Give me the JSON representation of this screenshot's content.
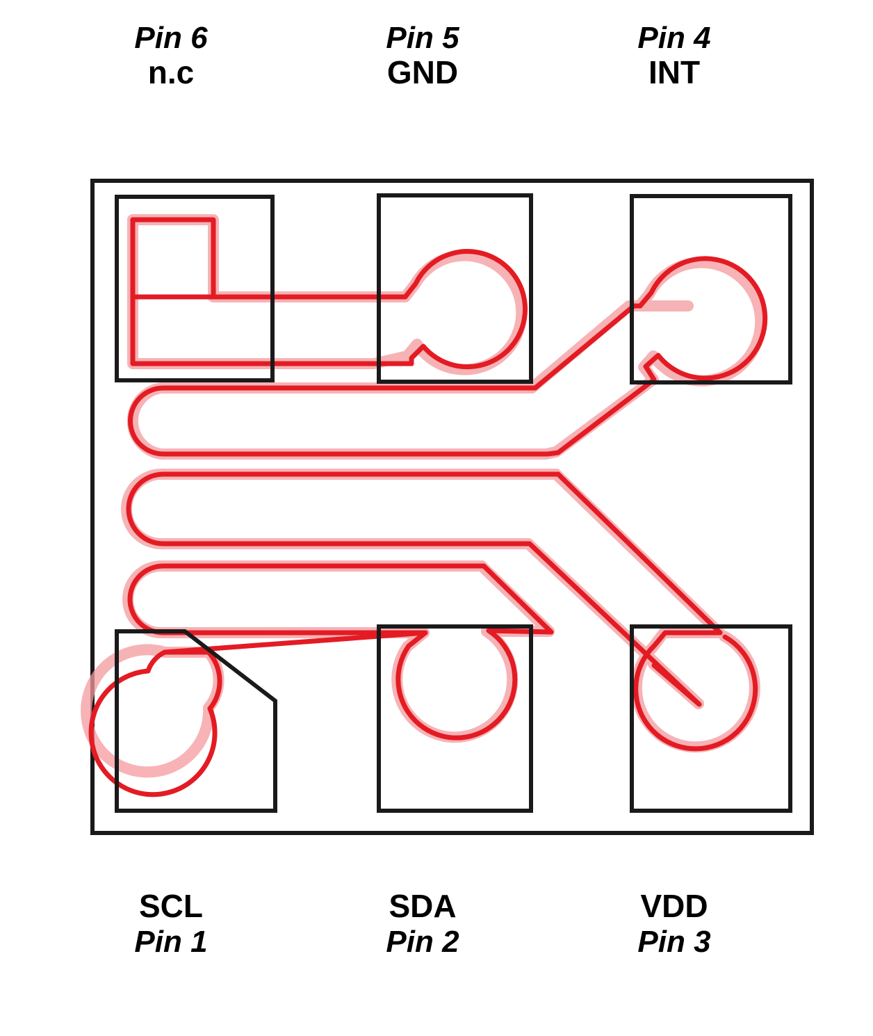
{
  "diagram": {
    "title": "Recommended PCB landing pattern / pad layout",
    "type": "pcb-footprint",
    "colors": {
      "trace": "#E31B23",
      "trace_halo": "#F49A9E",
      "outline": "#000000",
      "background": "#FFFFFF"
    },
    "top_labels": [
      {
        "pin": "Pin 6",
        "name": "n.c"
      },
      {
        "pin": "Pin 5",
        "name": "GND"
      },
      {
        "pin": "Pin 4",
        "name": "INT"
      }
    ],
    "bottom_labels": [
      {
        "name": "SCL",
        "pin": "Pin 1"
      },
      {
        "name": "SDA",
        "pin": "Pin 2"
      },
      {
        "name": "VDD",
        "pin": "Pin 3"
      }
    ],
    "pads": [
      {
        "id": "pad-pin6",
        "pin": "Pin 6",
        "signal": "n.c",
        "row": "top",
        "column": 1,
        "shape": "rectangle-with-notch"
      },
      {
        "id": "pad-pin5",
        "pin": "Pin 5",
        "signal": "GND",
        "row": "top",
        "column": 2,
        "shape": "round-teardrop"
      },
      {
        "id": "pad-pin4",
        "pin": "Pin 4",
        "signal": "INT",
        "row": "top",
        "column": 3,
        "shape": "round-teardrop"
      },
      {
        "id": "pad-pin1",
        "pin": "Pin 1",
        "signal": "SCL",
        "row": "bottom",
        "column": 1,
        "shape": "chamfered-double-round"
      },
      {
        "id": "pad-pin2",
        "pin": "Pin 2",
        "signal": "SDA",
        "row": "bottom",
        "column": 2,
        "shape": "round-teardrop"
      },
      {
        "id": "pad-pin3",
        "pin": "Pin 3",
        "signal": "VDD",
        "row": "bottom",
        "column": 3,
        "shape": "round-teardrop"
      }
    ],
    "routing": {
      "hairpin_count": 3,
      "description": "Three serpentine hairpin traces run between the top and bottom pad rows and fan out diagonally to the right-hand pads."
    }
  }
}
